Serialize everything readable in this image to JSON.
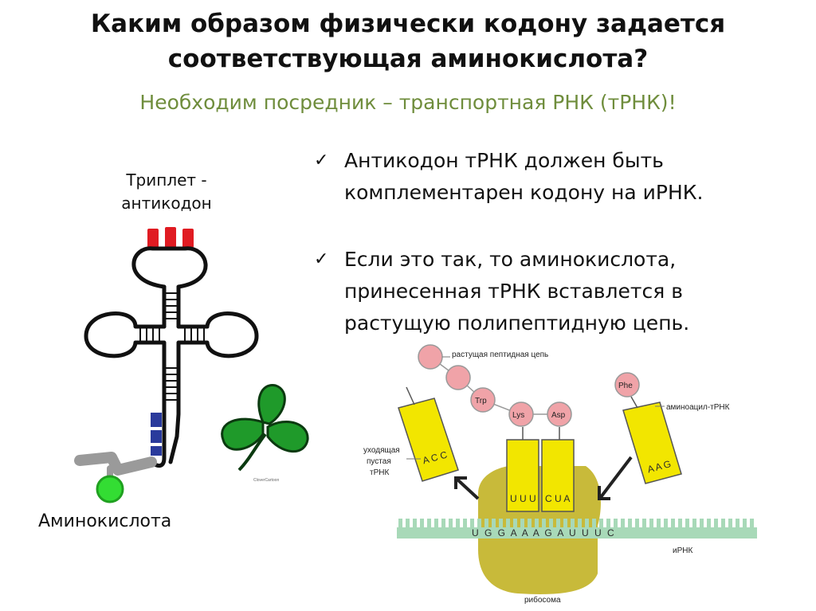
{
  "title": {
    "line1": "Каким образом физически кодону задается",
    "line2": "соответствующая аминокислота?"
  },
  "subtitle": "Необходим посредник – транспортная РНК (тРНК)!",
  "bullets": [
    {
      "mark": "✓",
      "lines": [
        "Антикодон тРНК должен быть",
        "комплементарен кодону на иРНК."
      ]
    },
    {
      "mark": "✓",
      "lines": [
        "Если это так, то аминокислота,",
        "принесенная тРНК вставлется в",
        "растущую полипептидную цепь."
      ]
    }
  ],
  "trna_diagram": {
    "anticodon_label_line1": "Триплет -",
    "anticodon_label_line2": "антикодон",
    "amino_acid_label": "Аминокислота",
    "clover_caption": "CloverCartoon"
  },
  "ribosome_diagram": {
    "growing_chain_label": "растущая пептидная цепь",
    "leaving_trna_line1": "уходящая",
    "leaving_trna_line2": "пустая",
    "leaving_trna_line3": "тРНК",
    "aminoacyl_label": "аминоацил-тРНК",
    "mrna_label": "иРНК",
    "ribosome_label": "рибосома",
    "amino_acids": [
      "Trp",
      "Lys",
      "Asp",
      "Phe"
    ],
    "leaving_anticodon": "A C C",
    "site_p_anticodon": "U U U",
    "site_a_anticodon": "C U A",
    "incoming_anticodon": "A A G",
    "mrna_sequence": "U G G A A A G A U U U C"
  },
  "colors": {
    "subtitle": "#6f8d3c",
    "trna_yellow": "#f2e600",
    "amino_pink": "#f0a3a8",
    "ribosome": "#c8ba3a",
    "mrna": "#a8d9b8",
    "anticodon_red": "#e01b22",
    "codon_blue": "#2a3a9c",
    "amino_green": "#33dd33",
    "clover_green": "#1f9a2a"
  }
}
